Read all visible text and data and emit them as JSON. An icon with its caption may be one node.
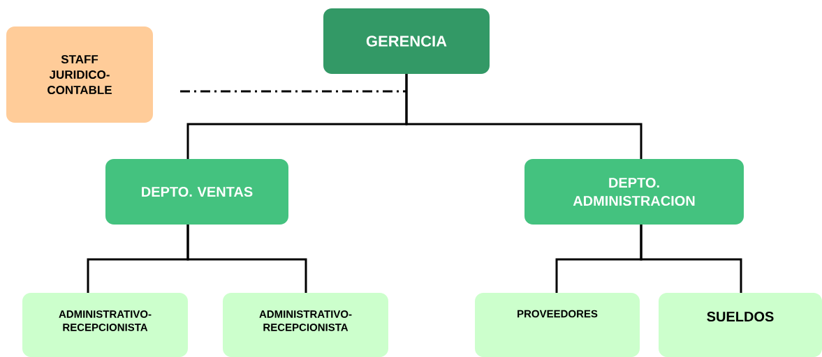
{
  "diagram": {
    "nodes": [
      {
        "text": [
          "GERENCIA"
        ]
      },
      {
        "text": [
          "STAFF JURIDICO-CONTABLE"
        ]
      },
      {
        "text": [
          "DEPTO. VENTAS"
        ]
      },
      {
        "text": [
          "DEPTO. ADMINISTRACION"
        ]
      },
      {
        "text": [
          "ADMINISTRATIVO-RECEPCIONISTA"
        ]
      },
      {
        "text": [
          "ADMINISTRATIVO-RECEPCIONISTA"
        ]
      },
      {
        "text": [
          "PROVEEDORES"
        ]
      },
      {
        "text": [
          "SUELDOS"
        ]
      }
    ],
    "edges": [
      {
        "from": 1,
        "to": 0,
        "arrow": "none",
        "style": "dashed"
      },
      {
        "from": 0,
        "to": 2,
        "arrow": "none"
      },
      {
        "from": 0,
        "to": 3,
        "arrow": "none"
      },
      {
        "from": 2,
        "to": 4,
        "arrow": "none"
      },
      {
        "from": 2,
        "to": 5,
        "arrow": "none"
      },
      {
        "from": 3,
        "to": 6,
        "arrow": "none"
      },
      {
        "from": 3,
        "to": 7,
        "arrow": "none"
      }
    ]
  }
}
